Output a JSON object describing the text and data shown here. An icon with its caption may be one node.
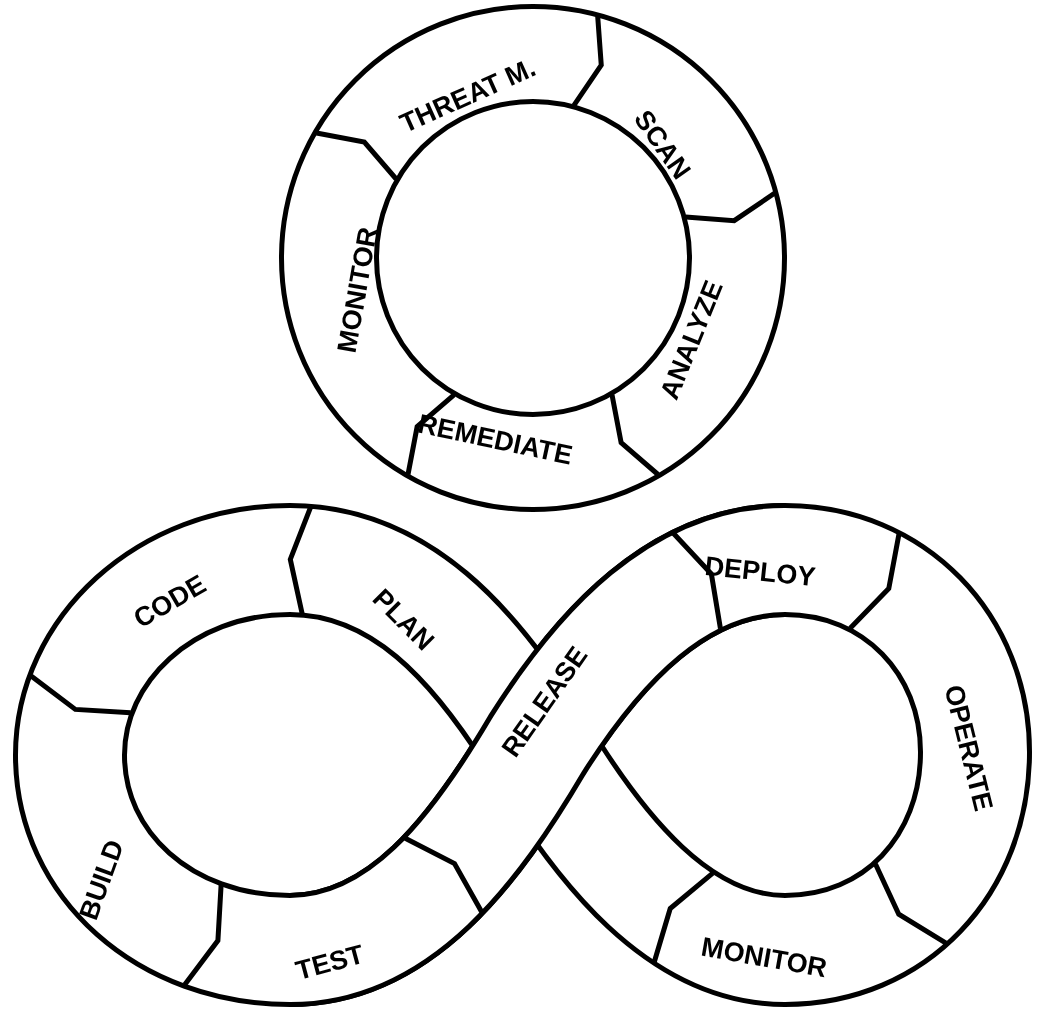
{
  "diagram": {
    "nodes": [
      {
        "text": [
          "THREAT M."
        ]
      },
      {
        "text": [
          "SCAN"
        ]
      },
      {
        "text": [
          "ANALYZE"
        ]
      },
      {
        "text": [
          "REMEDIATE"
        ]
      },
      {
        "text": [
          "MONITOR"
        ]
      },
      {
        "text": [
          "CODE"
        ]
      },
      {
        "text": [
          "PLAN"
        ]
      },
      {
        "text": [
          "BUILD"
        ]
      },
      {
        "text": [
          "TEST"
        ]
      },
      {
        "text": [
          "RELEASE"
        ]
      },
      {
        "text": [
          "DEPLOY"
        ]
      },
      {
        "text": [
          "OPERATE"
        ]
      },
      {
        "text": [
          "MONITOR"
        ]
      }
    ]
  }
}
